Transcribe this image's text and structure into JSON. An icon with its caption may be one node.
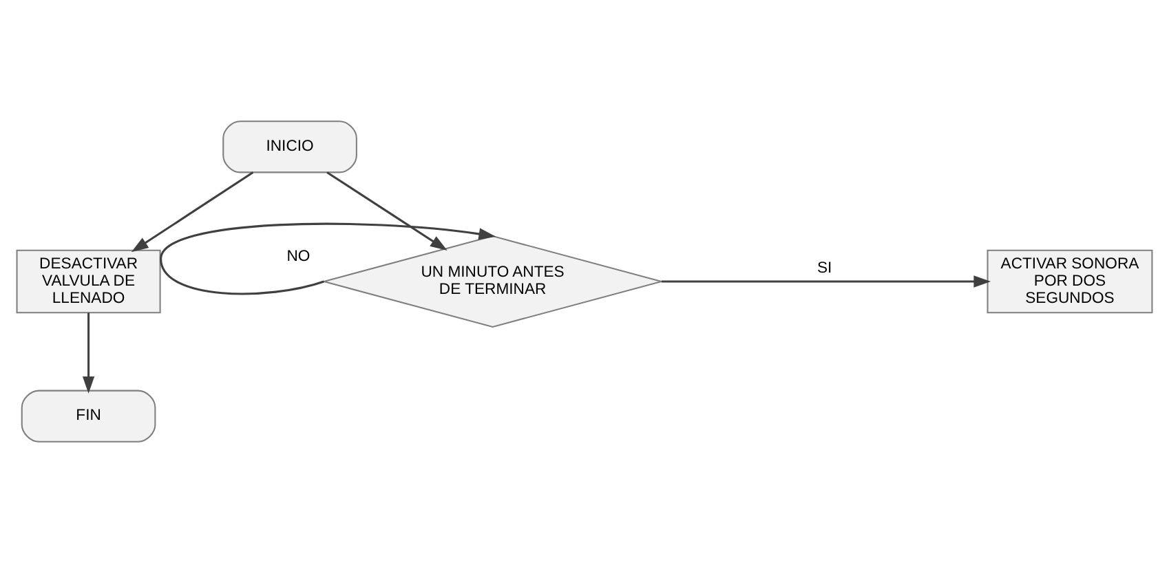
{
  "diagram": {
    "nodes": [
      {
        "text": [
          "INICIO"
        ]
      },
      {
        "text": [
          "DESACTIVAR VALVULA DE LLENADO"
        ]
      },
      {
        "text": [
          "UN MINUTO ANTES DE TERMINAR"
        ]
      },
      {
        "text": [
          "ACTIVAR SONORA POR DOS SEGUNDOS"
        ]
      },
      {
        "text": [
          "FIN"
        ]
      }
    ],
    "edges": [
      {
        "from": 0,
        "to": 1,
        "arrow": "to"
      },
      {
        "from": 0,
        "to": 2,
        "arrow": "to"
      },
      {
        "from": 2,
        "to": 2,
        "label": "NO",
        "arrow": "to"
      },
      {
        "from": 2,
        "to": 3,
        "label": "SI",
        "arrow": "to"
      },
      {
        "from": 1,
        "to": 4,
        "arrow": "to"
      }
    ]
  }
}
